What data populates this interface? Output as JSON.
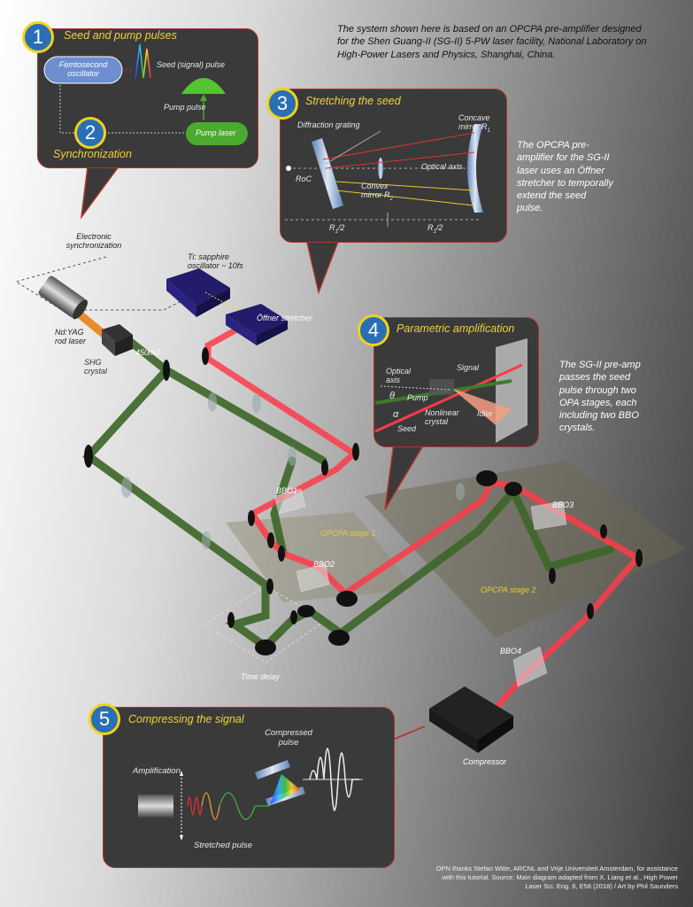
{
  "intro_text": "The system shown here is based on an OPCPA pre-amplifier designed for the Shen Guang-II (SG-II) 5-PW laser facility, National Laboratory on High-Power Lasers and Physics, Shanghai, China.",
  "panel1": {
    "number": "1",
    "title": "Seed and pump pulses",
    "oscillator": "Femtosecond oscillator",
    "seed_pulse": "Seed (signal) pulse",
    "pump_pulse": "Pump pulse",
    "pump_laser": "Pump laser"
  },
  "panel2": {
    "number": "2",
    "title": "Synchronization"
  },
  "panel3": {
    "number": "3",
    "title": "Stretching the seed",
    "grating": "Diffraction grating",
    "concave": "Concave mirror R",
    "concave_sub": "1",
    "optical_axis": "Optical axis",
    "roc": "RoC",
    "convex": "Convex mirror R",
    "convex_sub": "2",
    "r1_left": "R",
    "r1_left_sub": "1",
    "r1_left_suffix": "/2",
    "r1_right": "R",
    "r1_right_sub": "1",
    "r1_right_suffix": "/2"
  },
  "note3": "The OPCPA pre-amplifier for the SG-II laser uses an Öffner stretcher to temporally extend the seed pulse.",
  "panel4": {
    "number": "4",
    "title": "Parametric amplification",
    "optical_axis": "Optical axis",
    "signal": "Signal",
    "theta": "θ",
    "alpha": "α",
    "pump": "Pump",
    "crystal": "Nonlinear crystal",
    "idler": "Idler",
    "seed": "Seed"
  },
  "note4": "The SG-II pre-amp passes the seed pulse through two OPA stages, each including two BBO crystals.",
  "panel5": {
    "number": "5",
    "title": "Compressing the signal",
    "amplification": "Amplification",
    "compressed": "Compressed pulse",
    "stretched": "Stretched pulse"
  },
  "diagram": {
    "electronic_sync": "Electronic synchronization",
    "ti_sapphire": "Ti: sapphire oscillator ~ 10fs",
    "offner": "Öffner stretcher",
    "ndyag": "Nd:YAG rod laser",
    "shg": "SHG crystal",
    "energy": "450mJ",
    "bbo1": "BBO1",
    "bbo2": "BBO2",
    "bbo3": "BBO3",
    "bbo4": "BBO4",
    "stage1": "OPCPA stage 1",
    "stage2": "OPCPA stage 2",
    "time_delay": "Time delay",
    "compressor": "Compressor"
  },
  "credits": "OPN thanks Stefan Witte, ARCNL and Vrije Universiteit Amsterdam, for assistance with this tutorial. Source: Main diagram adapted from X. Liang et al., High Power Laser Sci. Eng. 6, E58 (2018) / Art by Phil Saunders",
  "colors": {
    "panel_border": "#b5332b",
    "badge_fill": "#2a6fb6",
    "badge_ring": "#f2d21a",
    "title": "#f0d03a",
    "beam_red": "#ff3b4a",
    "beam_green": "#3f6b2a"
  }
}
